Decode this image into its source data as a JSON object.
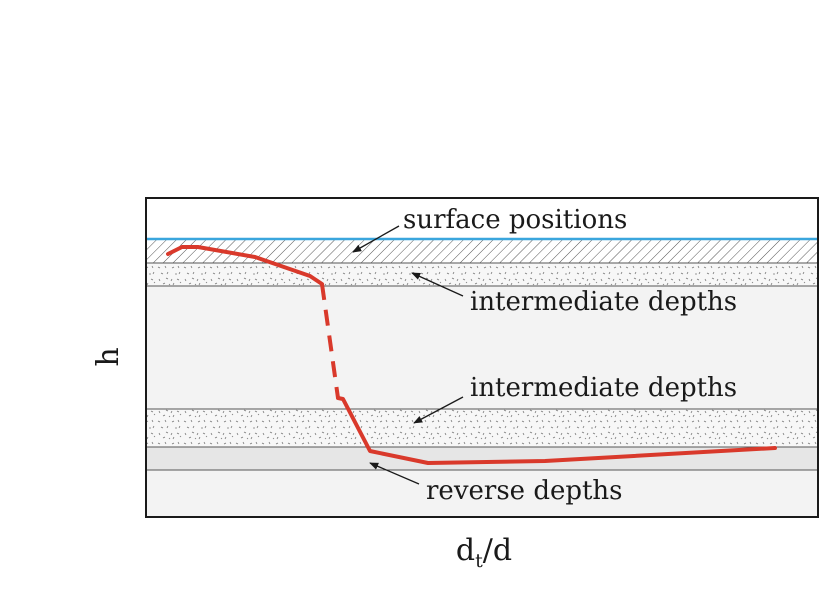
{
  "labels": {
    "surface": "surface positions",
    "intermediate_upper": "intermediate depths",
    "intermediate_lower": "intermediate depths",
    "reverse": "reverse depths"
  },
  "axes": {
    "y_label": "h",
    "x_label_main": "d",
    "x_label_sub": "t",
    "x_label_rest": "/d"
  },
  "colors": {
    "frame": "#1a1a1a",
    "surface_line": "#3aa6dd",
    "curve": "#d9392b",
    "band_fill": "#f3f3f3",
    "hatch": "#555555",
    "speckle": "#777777"
  }
}
